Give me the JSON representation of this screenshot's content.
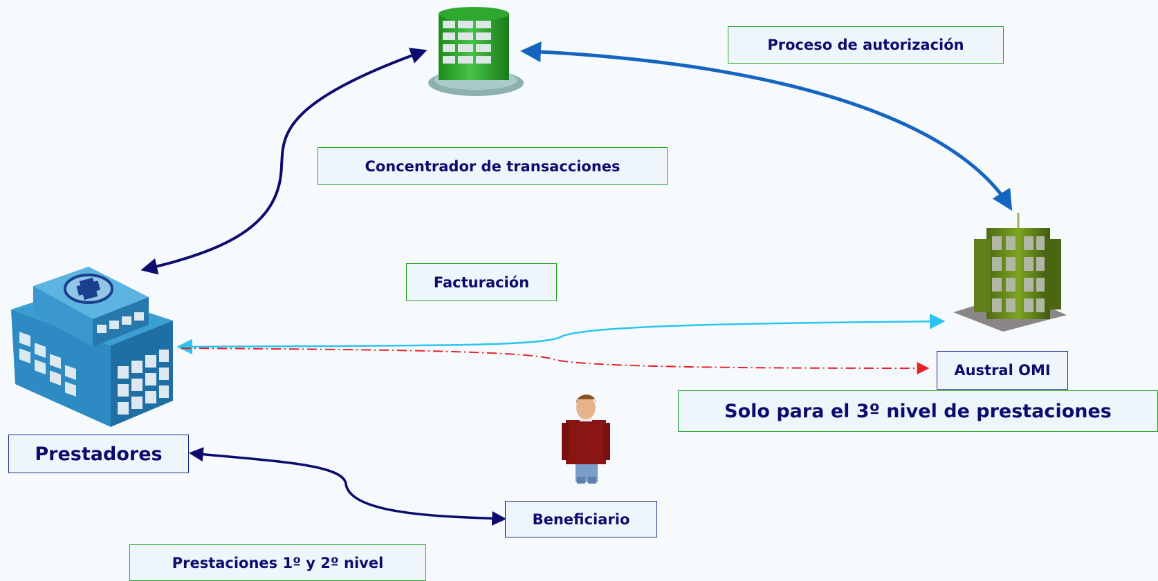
{
  "labels": {
    "proceso": "Proceso de autorización",
    "concentrador": "Concentrador de transacciones",
    "facturacion": "Facturación",
    "austral": "Austral OMI",
    "solo": "Solo para el 3º nivel de prestaciones",
    "prestadores": "Prestadores",
    "beneficiario": "Beneficiario",
    "prestaciones": "Prestaciones 1º y 2º nivel"
  },
  "icons": {
    "server": "data-center-tower-icon",
    "hospital": "hospital-building-icon",
    "office": "office-building-icon",
    "person": "person-icon"
  },
  "colors": {
    "background": "#f6fafc",
    "label_fill": "#eef6fb",
    "label_text": "#0c0c6e",
    "label_border_green": "#23a623",
    "label_border_navy": "#1a2a8c",
    "arrow_navy": "#0c0c6e",
    "arrow_blue": "#1565c0",
    "arrow_cyan": "#29c4ef",
    "arrow_red": "#e8202a"
  }
}
